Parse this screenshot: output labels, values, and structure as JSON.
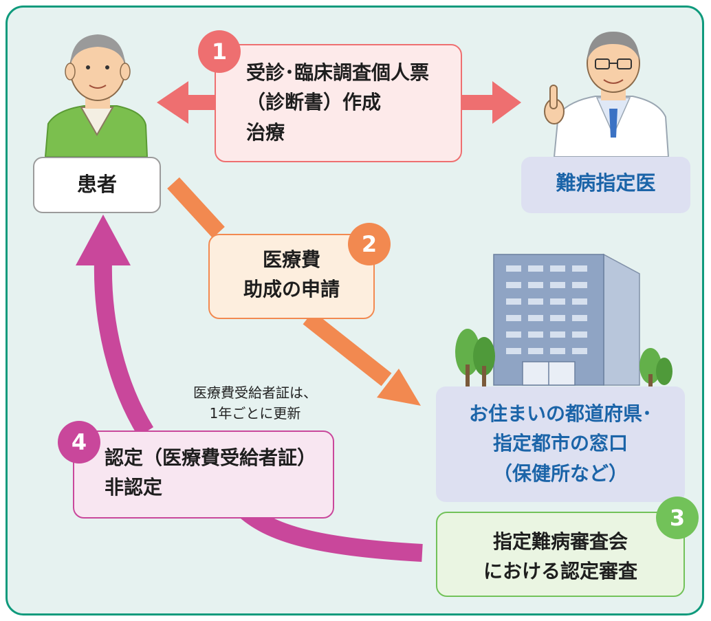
{
  "patient": {
    "label": "患者"
  },
  "doctor": {
    "label": "難病指定医"
  },
  "step1": {
    "number": "1",
    "lines": [
      "受診･臨床調査個人票",
      "（診断書）作成",
      "治療"
    ]
  },
  "step2": {
    "number": "2",
    "lines": [
      "医療費",
      "助成の申請"
    ]
  },
  "office": {
    "lines": [
      "お住まいの都道府県･",
      "指定都市の窓口",
      "（保健所など）"
    ]
  },
  "step3": {
    "number": "3",
    "lines": [
      "指定難病審査会",
      "における認定審査"
    ]
  },
  "step4": {
    "number": "4",
    "lines": [
      "認定（医療費受給者証）",
      "非認定"
    ]
  },
  "note": {
    "lines": [
      "医療費受給者証は、",
      "1年ごとに更新"
    ]
  },
  "colors": {
    "frame_border": "#0f9a7c",
    "frame_bg": "#e6f2f0",
    "step1": "#ee6f70",
    "step2": "#f28950",
    "step3": "#72c259",
    "step4": "#c9479b",
    "blue_text": "#1b64a8"
  },
  "icons": [
    "patient-illustration",
    "doctor-illustration",
    "office-building-illustration"
  ]
}
